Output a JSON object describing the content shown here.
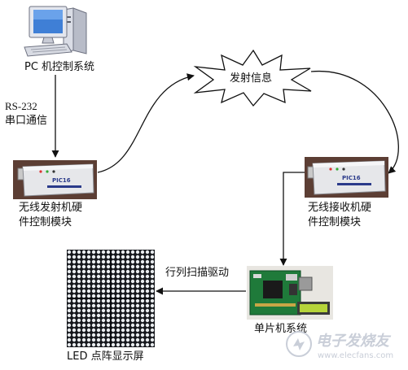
{
  "nodes": {
    "pc": {
      "label": "PC 机控制系统"
    },
    "serial": {
      "line1": "RS-232",
      "line2": "串口通信"
    },
    "transmitter": {
      "line1": "无线发射机硬",
      "line2": "件控制模块",
      "device_text": "PIC16"
    },
    "signal": {
      "label": "发射信息"
    },
    "receiver": {
      "line1": "无线接收机硬",
      "line2": "件控制模块",
      "device_text": "PIC16"
    },
    "mcu": {
      "label": "单片机系统"
    },
    "drive": {
      "label": "行列扫描驱动"
    },
    "led": {
      "label": "LED 点阵显示屏"
    }
  },
  "watermark": {
    "text": "电子发烧友",
    "url": "www.elecfans.com"
  }
}
